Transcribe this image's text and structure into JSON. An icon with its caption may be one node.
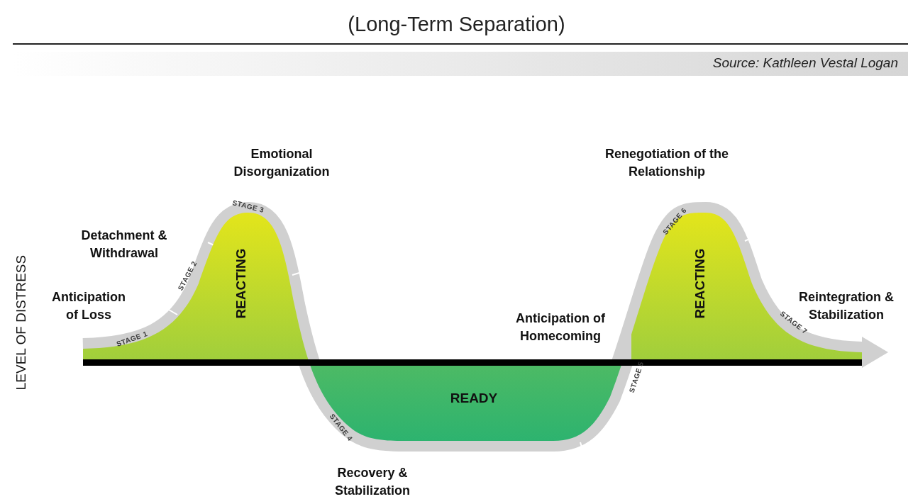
{
  "diagram": {
    "title": "(Long-Term Separation)",
    "nodes": [
      {
        "text": [
          "REACTING"
        ]
      },
      {
        "text": [
          "READY"
        ]
      },
      {
        "text": [
          "REACTING"
        ]
      }
    ],
    "labels": [
      "Source: Kathleen Vestal Logan",
      "Emotional Disorganization",
      "Renegotiation of the Relationship",
      "Detachment & Withdrawal",
      "LEVEL OF DISTRESS",
      "Anticipation of Loss",
      "Reintegration & Stabilization",
      "Anticipation of Homecoming",
      "Recovery & Stabilization",
      "STAGE 1",
      "STAGE 2",
      "STAGE 3",
      "STAGE 4",
      "STAGE 5",
      "STAGE 6",
      "STAGE 7"
    ]
  }
}
